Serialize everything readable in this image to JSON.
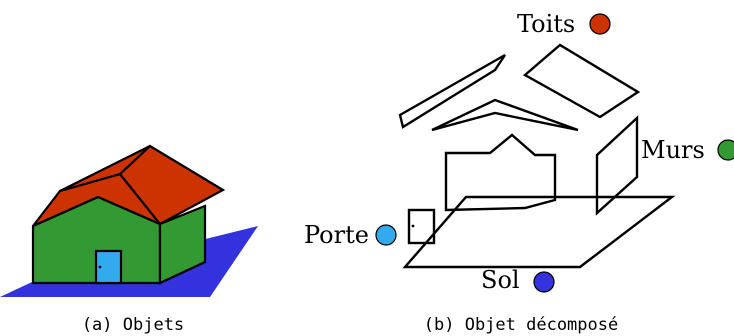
{
  "figure": {
    "panel_a": {
      "caption": "(a) Objets",
      "colors": {
        "ground": "#3333dd",
        "walls": "#339933",
        "roof": "#cc3300",
        "door": "#33aaee"
      }
    },
    "panel_b": {
      "caption": "(b) Objet décomposé",
      "labels": {
        "roofs": "Toits",
        "walls": "Murs",
        "door": "Porte",
        "ground": "Sol"
      },
      "marker_colors": {
        "roofs": "#cc3300",
        "walls": "#339933",
        "door": "#33aaee",
        "ground": "#3333dd"
      }
    }
  }
}
